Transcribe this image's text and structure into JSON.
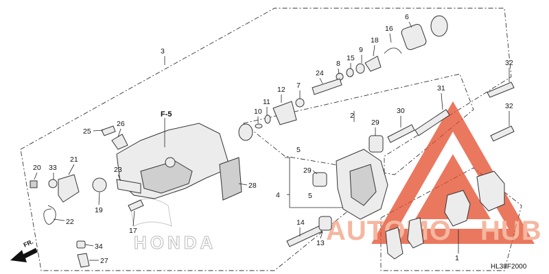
{
  "diagram": {
    "section_ref": "F-5",
    "diagram_code": "HL38F2000",
    "direction_label": "FR.",
    "brand_mark": "HONDA",
    "watermark": {
      "text_left": "AUTOMO",
      "text_right": "HUB",
      "color": "#e34b2a"
    },
    "part_numbers": [
      "1",
      "2",
      "3",
      "4",
      "5",
      "5",
      "6",
      "7",
      "8",
      "9",
      "10",
      "11",
      "12",
      "13",
      "14",
      "15",
      "16",
      "17",
      "18",
      "19",
      "20",
      "21",
      "22",
      "23",
      "24",
      "25",
      "26",
      "27",
      "28",
      "29",
      "29",
      "30",
      "31",
      "32",
      "32",
      "33",
      "34"
    ]
  }
}
